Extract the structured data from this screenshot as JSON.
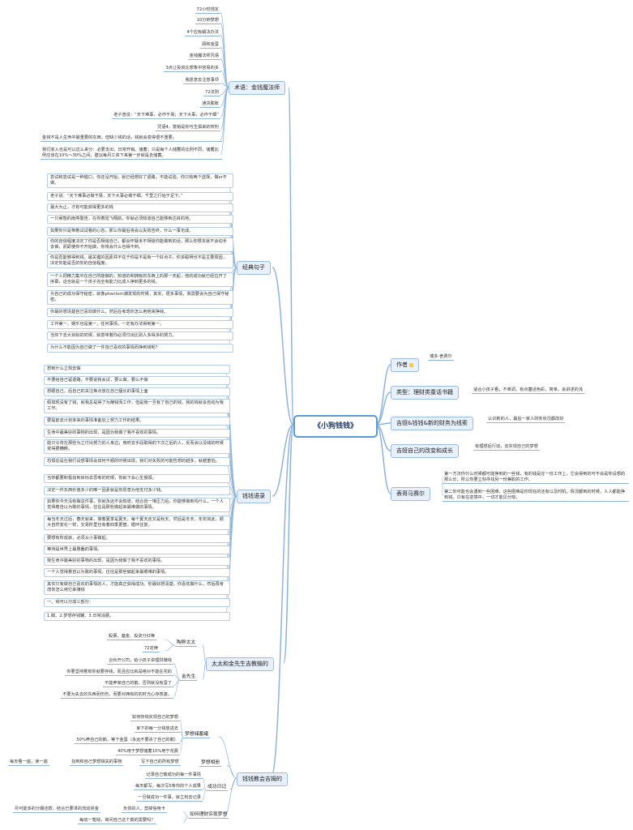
{
  "root": "《小狗钱钱》",
  "topics": {
    "shuyu": "术语：金钱魔法师",
    "jingdian": "经典句子",
    "yulu": "钱钱语录",
    "taitai": "太太和金先生吉教输的",
    "jiaohui": "钱钱教会吉姆的",
    "zuozhe": "作者",
    "leixing": "类型：理财类童话书籍",
    "huaiyi": "吉娅&钱钱&新的财务为线索",
    "huaiyi2": "吉娅自己的改变和成长",
    "biaoge": "表哥马赛尔"
  },
  "shuyu_items": [
    "72小时规定",
    "10分钟梦想",
    "4个应有解决办法",
    "顾和金蛋",
    "金钱魔法师咒语",
    "3点让投资比想象中容易的多",
    "我愿意去注意事项",
    "72法则",
    "通货膨胀",
    "老子曾说：“天下难事，必作于易；天下大事，必作于细”",
    "咒语4，富裕是你与生俱来的权利",
    "金钱不是人生命中最重要的东西，但缺少钱的话，钱就会变得很不重要。",
    "我们收入也是可以这么来分：必要支出、日常开销、储蓄；只是每个人储蓄的比例不同，储蓄比例应该在10%～30%之间，建议每月工资下来第一步就是去储蓄。"
  ],
  "jingdian_items": [
    "尝试和尝试是一种借口，你还没开始，就已经想好了退路，不能试验，你只有两个选择，做or不做。",
    "老子说：“天下难事必做于易，天下大事必做于细，千里之行始于足下。”",
    "最大为止，才有可能获得更多的钱",
    "一只睿智的雨燕警告，在你着陆飞翔前，你就必须知道自己能够到达目的地。",
    "如果你只是带着试试看的心态，那么你最后将会以失败告终，什么一事无成。",
    "你的自信程度决定了你是否相信自己，都会怀疑未不相信你能做到的话，那么你根本就不会动手去做，而即使你不开始做，你将会什么也得不到。",
    "你是否能够得到钱，最关键的因素并不在于你是不是有一个好点子。你多聪明也不是主要原因，决定你能是否的你的自信程度。",
    "一个人把精力集中在自己所能做的，知道的和拥有的东西上的那一天起，他的成功就已经拉开了序幕，这也就是一个孩子完全有能力比成人挣到更多的钱。",
    "为自己的成功保守秘密，就像phantom潮发现的时候，其实，很多事情，我需要会为自己保守秘密。",
    "你最好想清楚自己喜欢做什么，然后在考虑你怎么用他来挣钱。",
    "工作第一，娱乐也是第一，任何事情，一定有办法得到第一。",
    "当你下去大目标的时候，就意味着你必须付出比别人多得多的努力。",
    "为什么不能因为自己做了一件自己喜欢的事情而挣到钱呢？"
  ],
  "yulu_items": [
    "想到什么立刻去做",
    "不要给自己留退路，不要说我会试，要么做，要么不做",
    "想跟自己，后自己的关注焦点放在自己擅长的事情上面",
    "假如现没有了钱，就我总是得了为赚钱而工作，但是我一旦有了自己的钱，我的钱就会自动为我工作。",
    "要提前去计划未来的事情准备加上努力工作的结果。",
    "生命中最美好的事物的出现，是因为我做了我不喜欢的事情。",
    "能只令背在那些为之付出努力的人身边；用时去手段取得的下次之后的人，反而会以没钱的时候变得更糟糕。",
    "恐惧总是在我们设想事情会如何不顺的时候出现，我们对失败的可能性想的越多，就越害怕。",
    "当你都要积极找到目标去思考的时候，你就下会心生畏惧。",
    "决定一件东西价值多少的唯一因素就是你愿意为他支付多少钱。",
    "如果你今天没有做这件事，你就永远不会知道，结合自一堆压力后，你能够做到吗什么，一个人觉得着自以为敢的事情，往往是那些做起来最难做的事情。",
    "每当冬天过后，春天就来，接着夏季是夏天，每个夏天走又是秋天，然后是冬天，年年如此，顺大自然变化一样，交易所里也有着四季更替，循环往复。",
    "要想有所成就，必须从小事做起。",
    "等待是世界上最愚蠢的事情。",
    "我生命中最美好的事物的出现，是因为我做了我不喜欢的事情。",
    "一个人觉得着自以为敢的事情，往往是那些做起来最艰难的事情。",
    "其实只有做自己喜欢的事情的人，才能真正获得成功。你最好想清楚，你喜欢做什么，然后再考虑你怎么用它来赚钱",
    "一、钱可以分成三部分：",
    "1.鹅、2.梦想存钱罐、3.日常消费。"
  ],
  "taitai_groups": {
    "t1": "陶穆太太",
    "t1_items": [
      "股票、基金、投资分红等",
      "72定律"
    ],
    "t2": "金先生",
    "t2_items": [
      "合伙开公司，给小孩子讲理财赚钱",
      "你要坚持着有你就要存钱，而且应比就是绝对不能在花的",
      "不能养家自己的鹅，否则就没有蛋了",
      "不要为失去的东西而伤伤，而要对拥有的的时光心存感激。"
    ]
  },
  "jiaohui_groups": {
    "g1": "梦想储蓄罐",
    "g1_items": [
      "如何存钱实现自己的梦想",
      "拿下的每一分钱放进去",
      "50%养自己的鹅，等下金蛋（永远不要杀了自己的鹅）",
      "40%用于梦想储蓄10%用于花费"
    ],
    "g2": "梦想相册",
    "g2_items": [
      "写下自己的所有梦想"
    ],
    "g2_left": [
      "找到和自己梦想相关的事物"
    ],
    "g2_far": [
      "每天看一遍，读一遍"
    ],
    "g3": "成功日记",
    "g3_items": [
      "记录自己做成功的每一件事情",
      "每天都写，每次写5条你的个人成果",
      "一旦做成功一件事，就立刻去记录"
    ],
    "g4": "如何理财实现梦想",
    "g4_items": [
      "负债的人，剪掉信用卡",
      "每动一笔钱，询问自己这个真的需要吗？"
    ],
    "g4_left": [
      "尽可能多的分期还款，结合已要求的流动资金"
    ]
  },
  "zuozhe_item": "博多·舍费尔",
  "leixing_item": "适合小孩子看，不单调，有点童话色彩，简单，会讲述的浅",
  "huaiyi_item": "认识新的人，最后一家人财务状况都改好",
  "huaiyi2_item": "有理想后行动，去实现自己的梦想",
  "biaoge_items": [
    "第一方法你什么时候都可能挣到的一些钱，有的钱是在一份工作上，它会得到的可不会是你设想的那么长，所以你要立刻寻找另一份兼职的工作。",
    "第二你可能也会遇到一些困难，这些困难是你现在的还有以及时机。情况都到的时候，人人都能挣到钱。只有在逆境中，一切才能见分晓。"
  ]
}
